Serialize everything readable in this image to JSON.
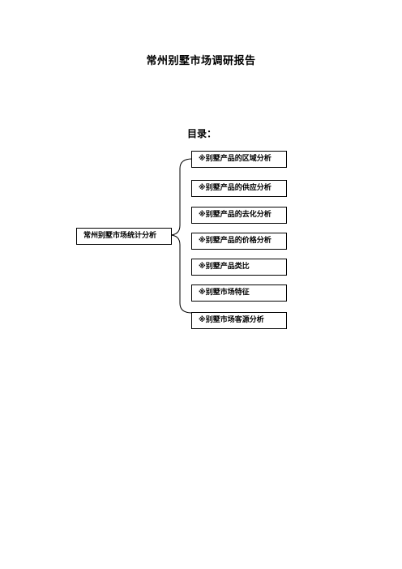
{
  "document": {
    "title": "常州别墅市场调研报告",
    "toc_heading": "目录：",
    "root_node": "常州别墅市场统计分析",
    "items": [
      {
        "label": "※别墅产品的区域分析"
      },
      {
        "label": "※别墅产品的供应分析"
      },
      {
        "label": "※别墅产品的去化分析"
      },
      {
        "label": "※别墅产品的价格分析"
      },
      {
        "label": "※别墅产品类比"
      },
      {
        "label": "※别墅市场特征"
      },
      {
        "label": "※别墅市场客源分析"
      }
    ]
  }
}
